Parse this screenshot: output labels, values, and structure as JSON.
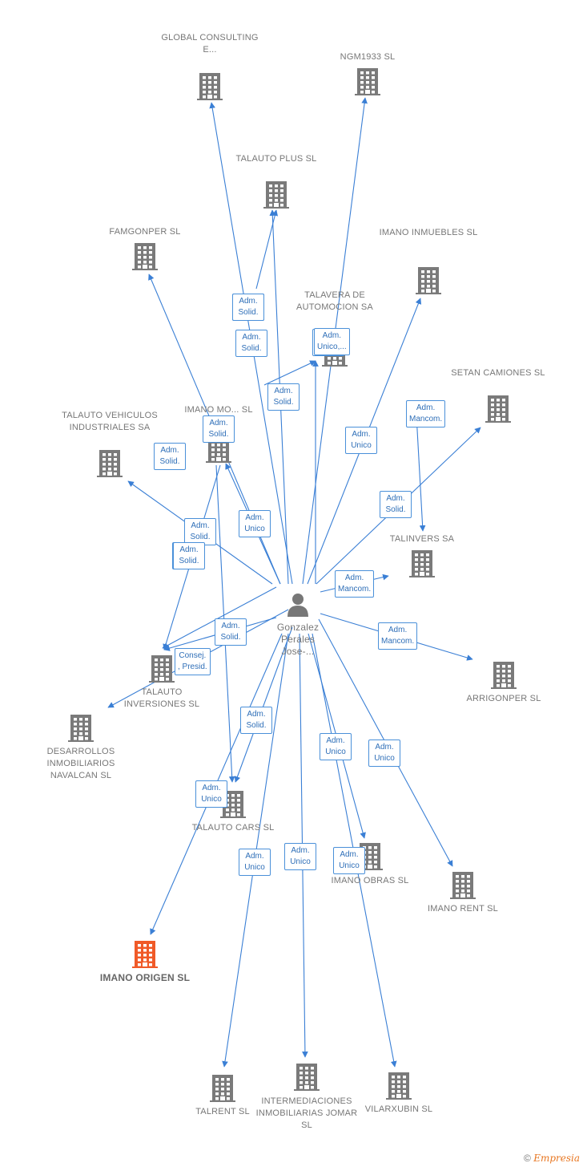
{
  "person": {
    "label": "Gonzalez Perales Jose-..."
  },
  "companies": [
    {
      "id": "global",
      "label": "GLOBAL CONSULTING E..."
    },
    {
      "id": "ngm",
      "label": "NGM1933  SL"
    },
    {
      "id": "talauto_plus",
      "label": "TALAUTO PLUS  SL"
    },
    {
      "id": "famgonper",
      "label": "FAMGONPER SL"
    },
    {
      "id": "imano_inmuebles",
      "label": "IMANO INMUEBLES SL"
    },
    {
      "id": "talavera",
      "label": "TALAVERA DE AUTOMOCION SA"
    },
    {
      "id": "setan",
      "label": "SETAN CAMIONES SL"
    },
    {
      "id": "imano_mo",
      "label": "IMANO MO... SL"
    },
    {
      "id": "talauto_vehiculos",
      "label": "TALAUTO VEHICULOS INDUSTRIALES SA"
    },
    {
      "id": "talinvers",
      "label": "TALINVERS SA"
    },
    {
      "id": "arrigonper",
      "label": "ARRIGONPER SL"
    },
    {
      "id": "talauto_inversiones",
      "label": "TALAUTO INVERSIONES SL"
    },
    {
      "id": "desarrollos",
      "label": "DESARROLLOS INMOBILIARIOS NAVALCAN  SL"
    },
    {
      "id": "talauto_cars",
      "label": "TALAUTO CARS  SL"
    },
    {
      "id": "imano_obras",
      "label": "IMANO OBRAS  SL"
    },
    {
      "id": "imano_rent",
      "label": "IMANO RENT  SL"
    },
    {
      "id": "imano_origen",
      "label": "IMANO ORIGEN  SL",
      "focus": true
    },
    {
      "id": "talrent",
      "label": "TALRENT  SL"
    },
    {
      "id": "intermediaciones",
      "label": "INTERMEDIACIONES INMOBILIARIAS JOMAR  SL"
    },
    {
      "id": "vilarxubin",
      "label": "VILARXUBIN SL"
    }
  ],
  "edges": [
    {
      "to": "global",
      "label": "Adm. Solid."
    },
    {
      "to": "ngm",
      "label": "Adm. Solid."
    },
    {
      "to": "talauto_plus",
      "label": "Adm. Solid."
    },
    {
      "to": "famgonper",
      "label": "Adm. Unico"
    },
    {
      "to": "imano_inmuebles",
      "label": "Adm. Unico"
    },
    {
      "to": "talavera",
      "label": "Adm. Unico,..."
    },
    {
      "to": "setan",
      "label": "Adm. Solid."
    },
    {
      "to": "imano_mo",
      "label": "Adm. Solid."
    },
    {
      "to": "talauto_vehiculos",
      "label": "Adm. Solid."
    },
    {
      "to": "talinvers",
      "label": "Adm. Mancom."
    },
    {
      "to": "talinvers",
      "label": "Adm. Mancom."
    },
    {
      "to": "arrigonper",
      "label": "Adm. Mancom."
    },
    {
      "to": "talauto_inversiones",
      "label": "Adm. Solid."
    },
    {
      "to": "talauto_inversiones",
      "label": "Consej. , Presid."
    },
    {
      "to": "desarrollos",
      "label": "Adm. Solid."
    },
    {
      "to": "talauto_cars",
      "label": "Adm. Solid."
    },
    {
      "to": "imano_obras",
      "label": "Adm. Unico"
    },
    {
      "to": "imano_rent",
      "label": "Adm. Unico"
    },
    {
      "to": "imano_origen",
      "label": "Adm. Unico"
    },
    {
      "to": "talrent",
      "label": "Adm. Unico"
    },
    {
      "to": "intermediaciones",
      "label": "Adm. Unico"
    },
    {
      "to": "vilarxubin",
      "label": "Adm. Unico"
    },
    {
      "to": "talauto_plus",
      "label": "Adm. Solid."
    },
    {
      "to": "talavera",
      "label": "Adm. Solid."
    },
    {
      "to": "talauto_inversiones",
      "label": "Adm. Solid."
    },
    {
      "to": "talauto_cars",
      "label": "Adm. Solid."
    }
  ],
  "colors": {
    "edge": "#3a7fd5",
    "building": "#7a7a7a",
    "focus": "#f05a28",
    "person": "#777777"
  },
  "footer": {
    "copyright": "©",
    "brand": "Empresia"
  }
}
